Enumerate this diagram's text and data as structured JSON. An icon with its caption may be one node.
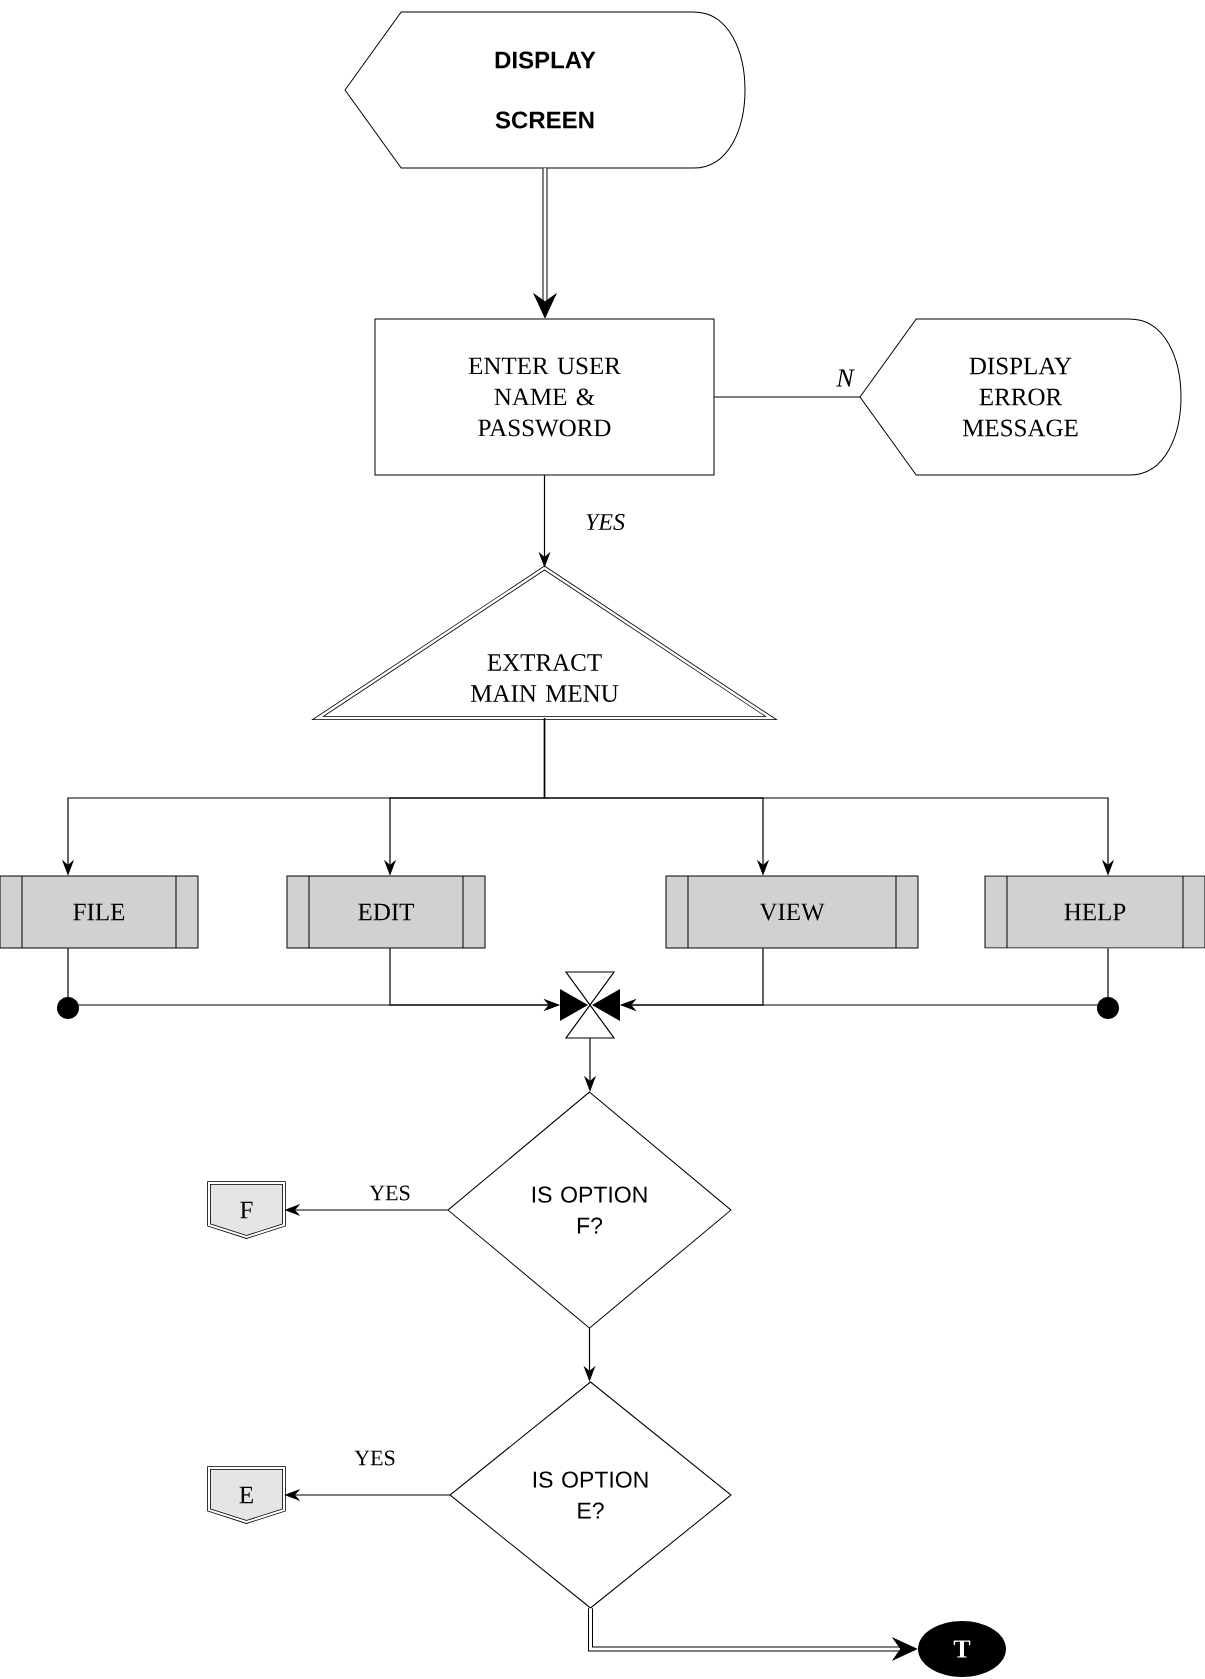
{
  "diagram": {
    "nodes": [
      {
        "text": [
          "DISPLAY SCREEN"
        ]
      },
      {
        "text": [
          "ENTER USER NAME & PASSWORD"
        ]
      },
      {
        "text": [
          "DISPLAY ERROR MESSAGE"
        ]
      },
      {
        "text": [
          "EXTRACT MAIN MENU"
        ]
      },
      {
        "text": [
          "FILE"
        ]
      },
      {
        "text": [
          "EDIT"
        ]
      },
      {
        "text": [
          "VIEW"
        ]
      },
      {
        "text": [
          "HELP"
        ]
      },
      {
        "text": [],
        "shape": "bowtie"
      },
      {
        "text": [
          "IS OPTION F?"
        ]
      },
      {
        "text": [
          "F"
        ]
      },
      {
        "text": [
          "IS OPTION E?"
        ]
      },
      {
        "text": [
          "E"
        ]
      },
      {
        "text": [
          "T"
        ]
      }
    ],
    "edges": [
      {
        "from": 0,
        "to": 1,
        "arrow": "to",
        "style": "thick"
      },
      {
        "from": 1,
        "to": 2,
        "arrow": "none",
        "label": "N"
      },
      {
        "from": 1,
        "to": 3,
        "arrow": "to",
        "label": "YES"
      },
      {
        "from": 3,
        "to": 4,
        "arrow": "to"
      },
      {
        "from": 3,
        "to": 5,
        "arrow": "to"
      },
      {
        "from": 3,
        "to": 6,
        "arrow": "to"
      },
      {
        "from": 3,
        "to": 7,
        "arrow": "to"
      },
      {
        "from": 4,
        "to": 8,
        "arrow": "to"
      },
      {
        "from": 5,
        "to": 8,
        "arrow": "to"
      },
      {
        "from": 6,
        "to": 8,
        "arrow": "to"
      },
      {
        "from": 7,
        "to": 8,
        "arrow": "to"
      },
      {
        "from": 8,
        "to": 9,
        "arrow": "to"
      },
      {
        "from": 9,
        "to": 10,
        "arrow": "to",
        "label": "YES"
      },
      {
        "from": 9,
        "to": 11,
        "arrow": "to"
      },
      {
        "from": 11,
        "to": 12,
        "arrow": "to",
        "label": "YES"
      },
      {
        "from": 11,
        "to": 13,
        "arrow": "to",
        "style": "thick"
      }
    ]
  }
}
